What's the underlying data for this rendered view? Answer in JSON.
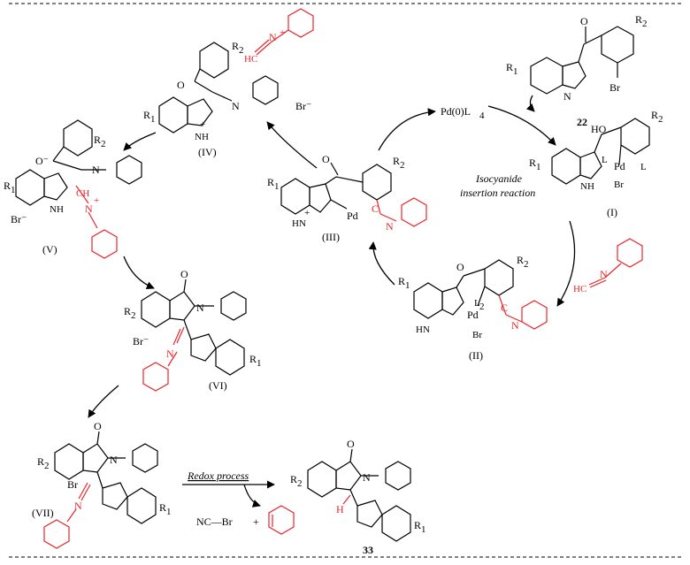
{
  "compounds": {
    "c22": "22",
    "c33": "33",
    "I": "(I)",
    "II": "(II)",
    "III": "(III)",
    "IV": "(IV)",
    "V": "(V)",
    "VI": "(VI)",
    "VII": "(VII)"
  },
  "reagents": {
    "pd0": "Pd(0)L",
    "pd0_sub": "4",
    "nc_br": "NC—Br",
    "plus": "+"
  },
  "annotations": {
    "isocyanide_line1": "Isocyanide",
    "isocyanide_line2": "insertion reaction",
    "redox": "Redox process"
  },
  "atoms": {
    "R1": "R",
    "R1_sub": "1",
    "R2": "R",
    "R2_sub": "2",
    "Br": "Br",
    "Br_minus": "Br⁻",
    "NH": "NH",
    "HN": "HN",
    "N": "N",
    "O": "O",
    "O_minus": "O⁻",
    "HO": "HO",
    "Pd": "Pd",
    "L": "L",
    "L2": "L",
    "L2_sub": "2",
    "C": "C",
    "H": "H",
    "HC": "HC",
    "CH": "CH",
    "plus_charge": "+"
  }
}
